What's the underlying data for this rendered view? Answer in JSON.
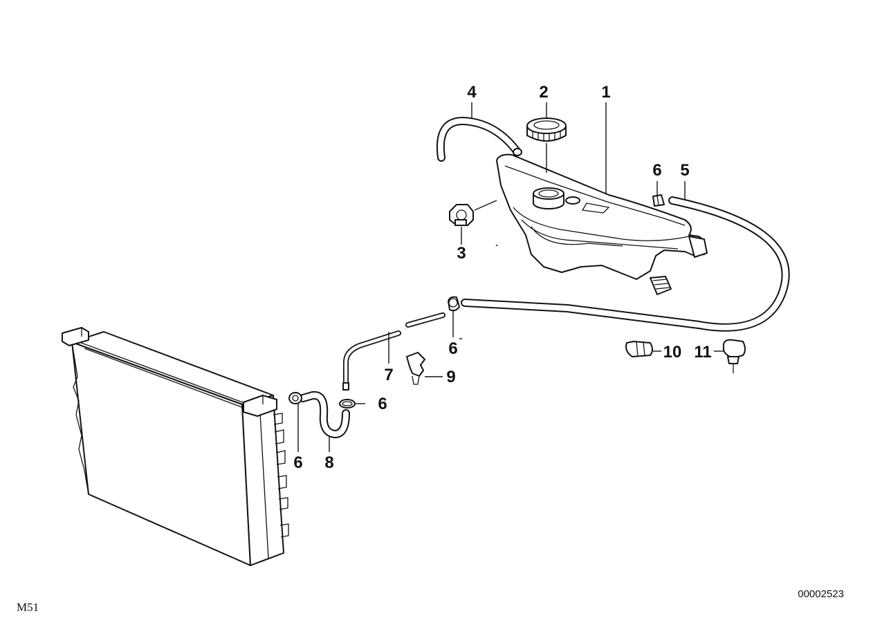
{
  "diagram": {
    "engine_code": "M51",
    "drawing_number": "00002523",
    "callouts": [
      {
        "id": "c1",
        "label": "1"
      },
      {
        "id": "c2",
        "label": "2"
      },
      {
        "id": "c3",
        "label": "3"
      },
      {
        "id": "c4",
        "label": "4"
      },
      {
        "id": "c5",
        "label": "5"
      },
      {
        "id": "c6a",
        "label": "6"
      },
      {
        "id": "c6b",
        "label": "6"
      },
      {
        "id": "c6c",
        "label": "6"
      },
      {
        "id": "c6d",
        "label": "6"
      },
      {
        "id": "c7",
        "label": "7"
      },
      {
        "id": "c8",
        "label": "8"
      },
      {
        "id": "c9",
        "label": "9"
      },
      {
        "id": "c10",
        "label": "10"
      },
      {
        "id": "c11",
        "label": "11"
      }
    ]
  }
}
